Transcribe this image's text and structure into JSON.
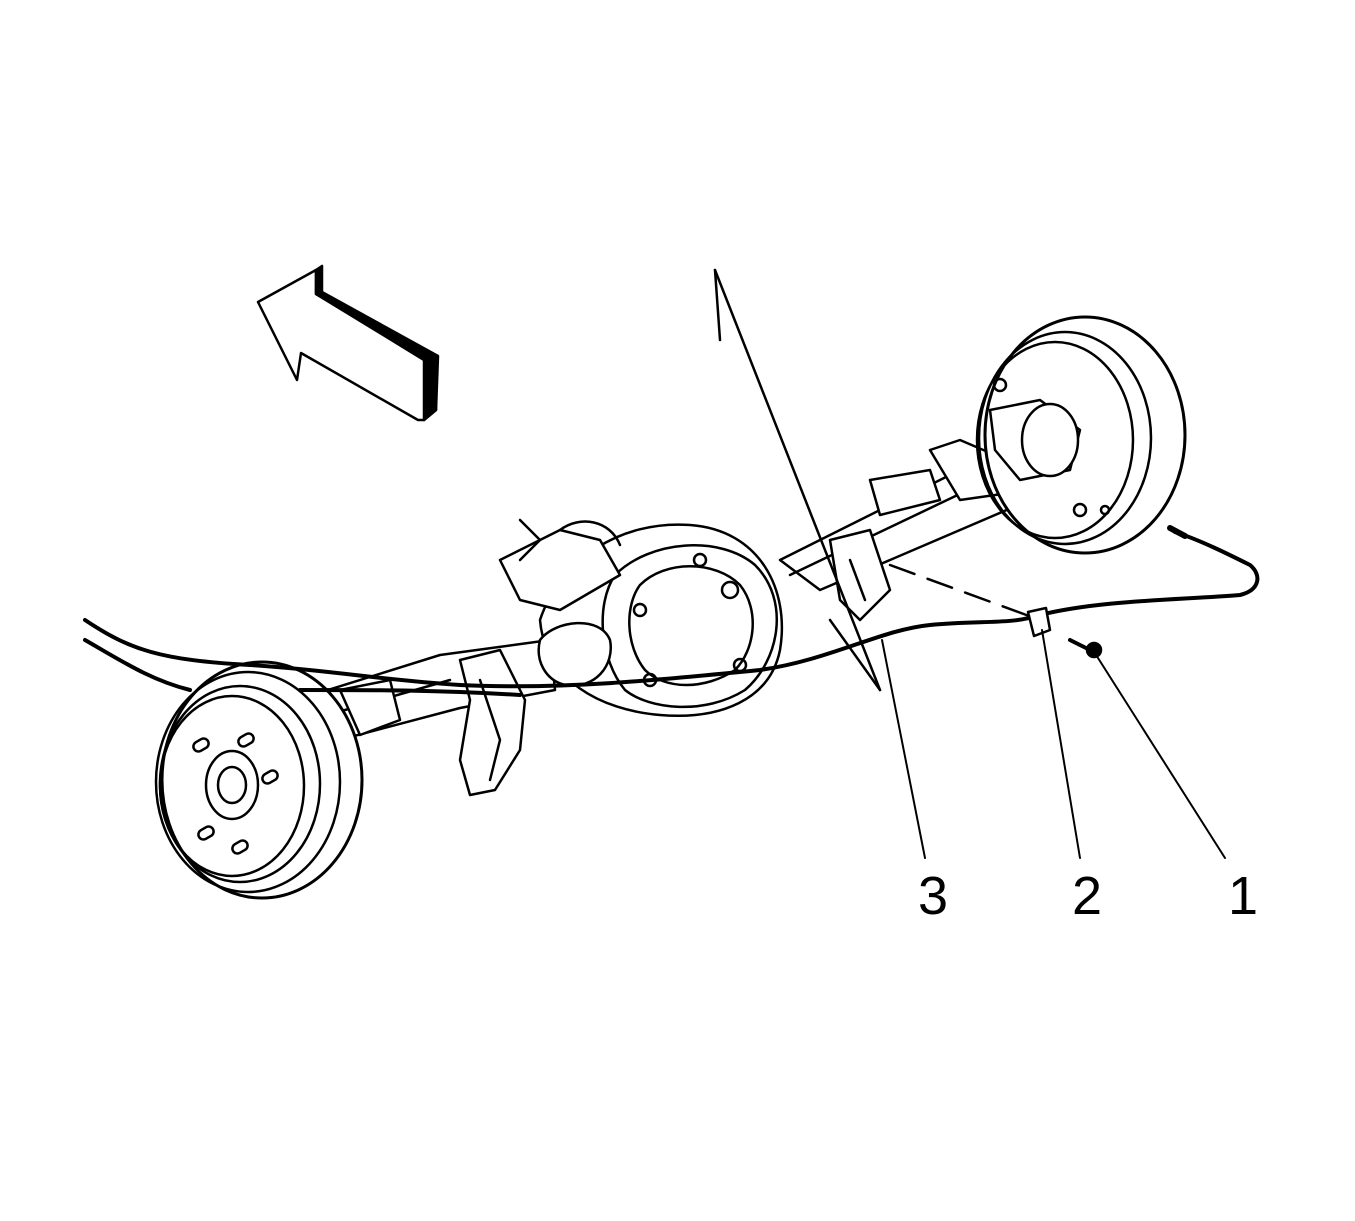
{
  "diagram": {
    "callouts": [
      {
        "id": "callout-3",
        "label": "3"
      },
      {
        "id": "callout-2",
        "label": "2"
      },
      {
        "id": "callout-1",
        "label": "1"
      }
    ],
    "colors": {
      "line": "#000000",
      "background": "#ffffff"
    },
    "icons": [
      "front-direction-arrow-icon"
    ]
  }
}
